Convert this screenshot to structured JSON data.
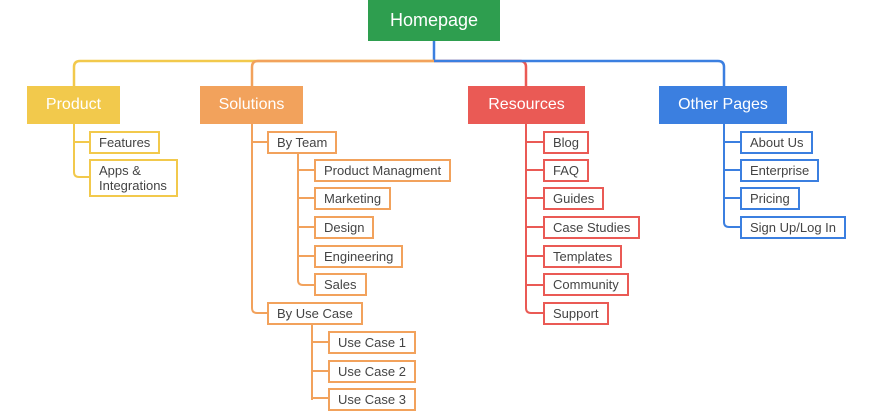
{
  "root": "Homepage",
  "colors": {
    "root": "#2e9e4f",
    "product": "#f2c94c",
    "solutions": "#f2a25c",
    "resources": "#ea5a55",
    "other": "#3b7fe0"
  },
  "product": {
    "title": "Product",
    "items": [
      "Features",
      "Apps & Integrations"
    ]
  },
  "solutions": {
    "title": "Solutions",
    "by_team": {
      "label": "By Team",
      "items": [
        "Product Managment",
        "Marketing",
        "Design",
        "Engineering",
        "Sales"
      ]
    },
    "by_use_case": {
      "label": "By Use Case",
      "items": [
        "Use Case 1",
        "Use Case 2",
        "Use Case 3"
      ]
    }
  },
  "resources": {
    "title": "Resources",
    "items": [
      "Blog",
      "FAQ",
      "Guides",
      "Case Studies",
      "Templates",
      "Community",
      "Support"
    ]
  },
  "other_pages": {
    "title": "Other Pages",
    "items": [
      "About Us",
      "Enterprise",
      "Pricing",
      "Sign Up/Log In"
    ]
  }
}
